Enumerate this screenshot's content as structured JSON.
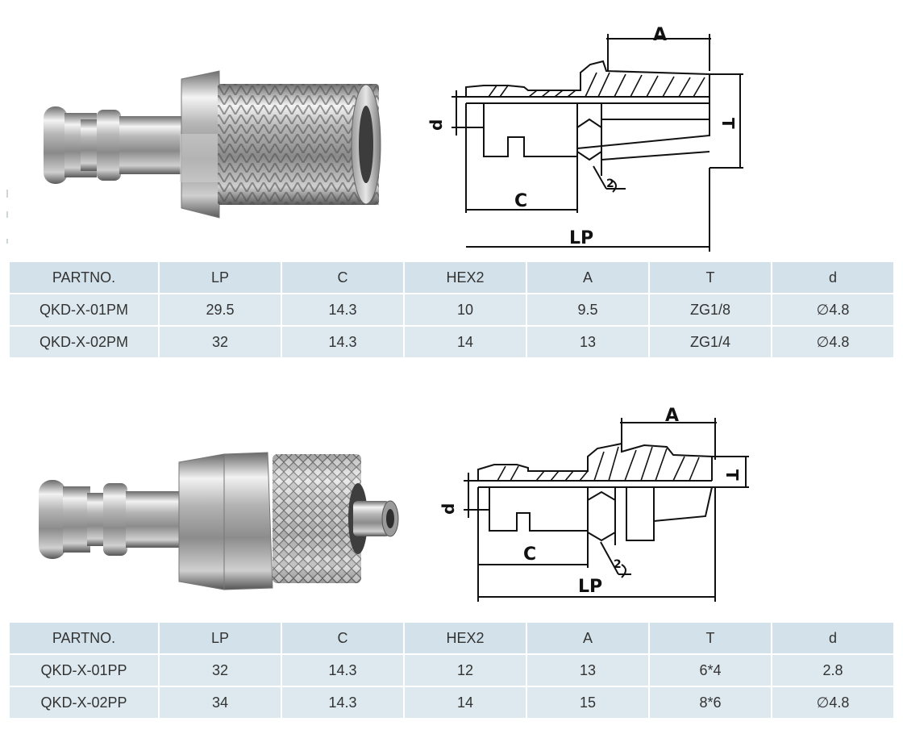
{
  "table_headers": [
    "PARTNO.",
    "LP",
    "C",
    "HEX2",
    "A",
    "T",
    "d"
  ],
  "products": [
    {
      "drawing_labels": {
        "a": "A",
        "c": "C",
        "lp": "LP",
        "t": "T",
        "d": "d",
        "hex": "2"
      },
      "rows": [
        [
          "QKD-X-01PM",
          "29.5",
          "14.3",
          "10",
          "9.5",
          "ZG1/8",
          "∅4.8"
        ],
        [
          "QKD-X-02PM",
          "32",
          "14.3",
          "14",
          "13",
          "ZG1/4",
          "∅4.8"
        ]
      ]
    },
    {
      "drawing_labels": {
        "a": "A",
        "c": "C",
        "lp": "LP",
        "t": "T",
        "d": "d",
        "hex": "2"
      },
      "rows": [
        [
          "QKD-X-01PP",
          "32",
          "14.3",
          "12",
          "13",
          "6*4",
          "2.8"
        ],
        [
          "QKD-X-02PP",
          "34",
          "14.3",
          "14",
          "15",
          "8*6",
          "∅4.8"
        ]
      ]
    }
  ]
}
